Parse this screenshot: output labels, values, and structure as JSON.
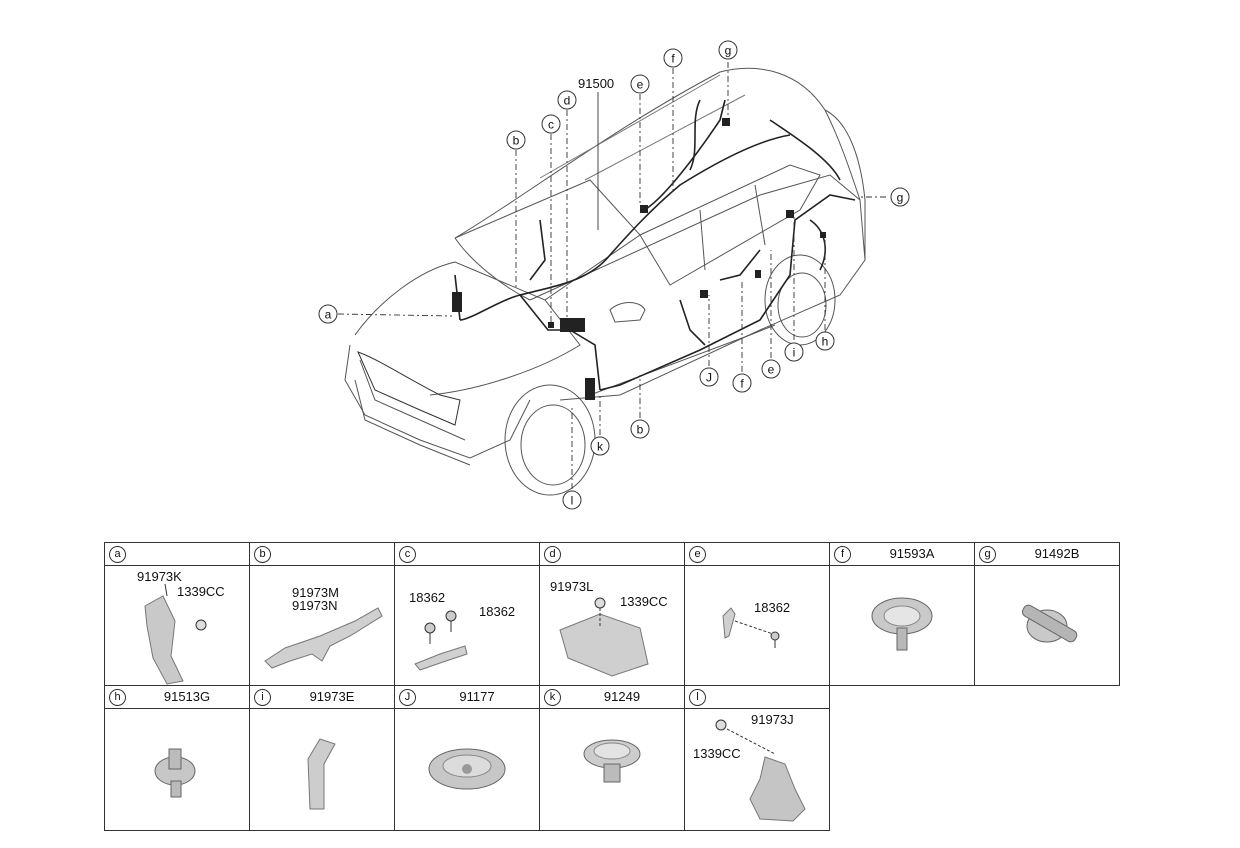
{
  "main_part": "91500",
  "callouts": [
    {
      "letter": "a"
    },
    {
      "letter": "b"
    },
    {
      "letter": "c"
    },
    {
      "letter": "d"
    },
    {
      "letter": "e"
    },
    {
      "letter": "f"
    },
    {
      "letter": "g"
    },
    {
      "letter": "g"
    },
    {
      "letter": "h"
    },
    {
      "letter": "i"
    },
    {
      "letter": "e"
    },
    {
      "letter": "f"
    },
    {
      "letter": "J"
    },
    {
      "letter": "b"
    },
    {
      "letter": "k"
    },
    {
      "letter": "l"
    }
  ],
  "cells": [
    {
      "letter": "a",
      "part": "",
      "labels": [
        "91973K",
        "1339CC"
      ]
    },
    {
      "letter": "b",
      "part": "",
      "labels": [
        "91973M",
        "91973N"
      ]
    },
    {
      "letter": "c",
      "part": "",
      "labels": [
        "18362",
        "18362"
      ]
    },
    {
      "letter": "d",
      "part": "",
      "labels": [
        "91973L",
        "1339CC"
      ]
    },
    {
      "letter": "e",
      "part": "",
      "labels": [
        "18362"
      ]
    },
    {
      "letter": "f",
      "part": "91593A",
      "labels": []
    },
    {
      "letter": "g",
      "part": "91492B",
      "labels": []
    },
    {
      "letter": "h",
      "part": "91513G",
      "labels": []
    },
    {
      "letter": "i",
      "part": "91973E",
      "labels": []
    },
    {
      "letter": "J",
      "part": "91177",
      "labels": []
    },
    {
      "letter": "k",
      "part": "91249",
      "labels": []
    },
    {
      "letter": "l",
      "part": "",
      "labels": [
        "91973J",
        "1339CC"
      ]
    }
  ]
}
